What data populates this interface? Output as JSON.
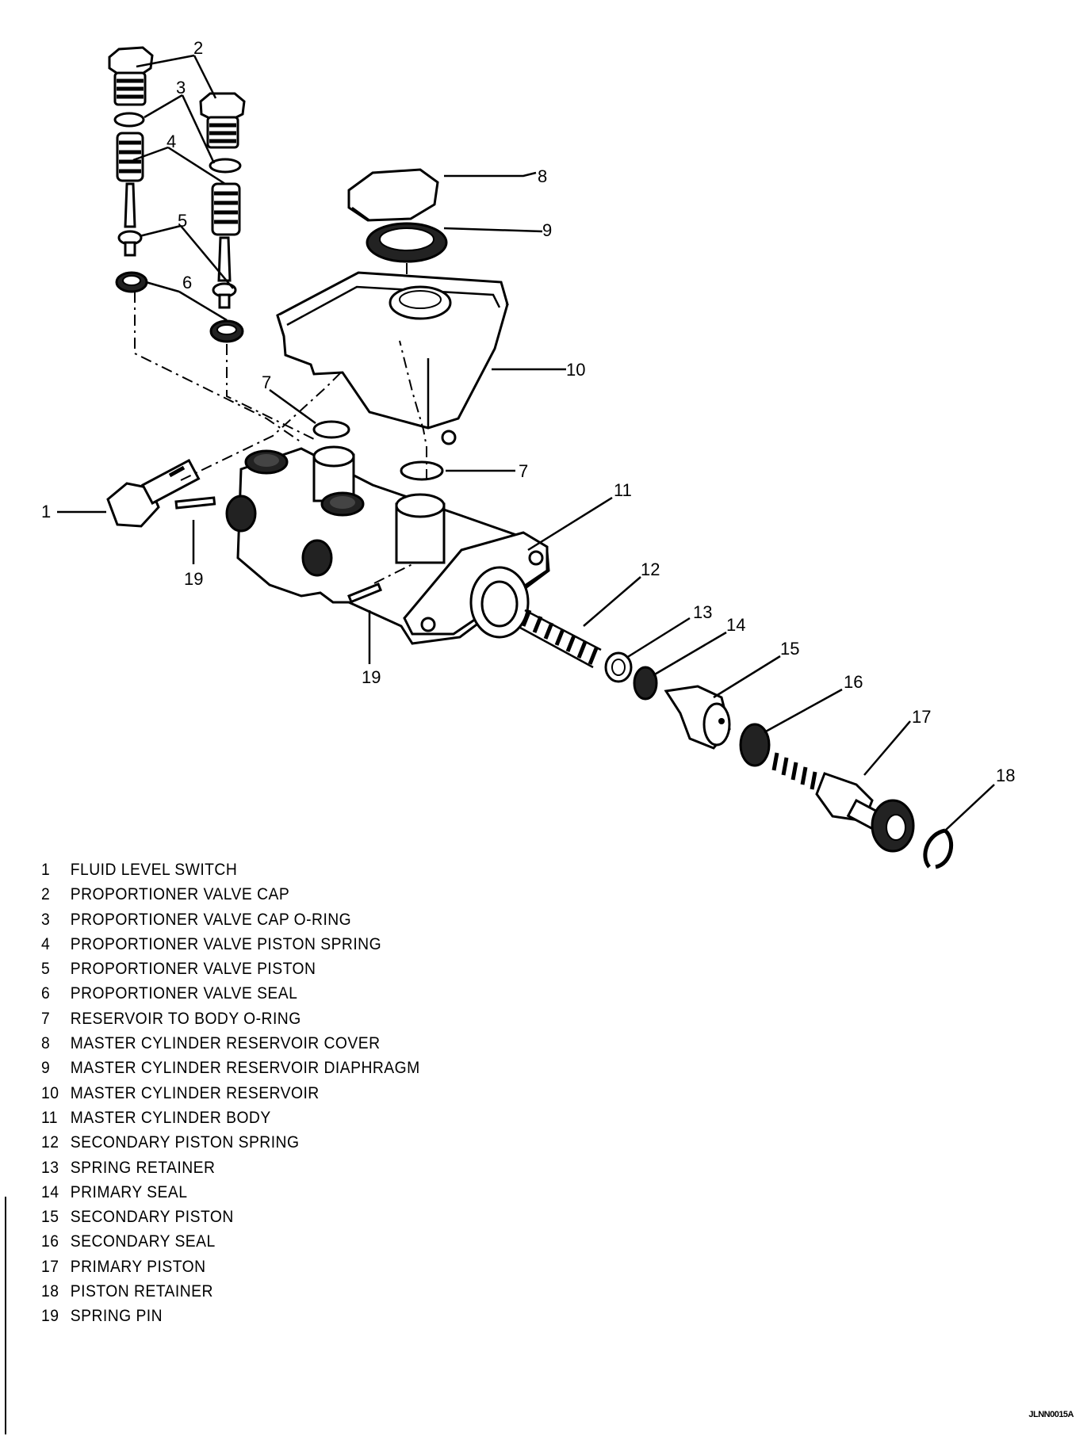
{
  "callouts": [
    "1",
    "2",
    "3",
    "4",
    "5",
    "6",
    "7",
    "7",
    "8",
    "9",
    "10",
    "11",
    "12",
    "13",
    "14",
    "15",
    "16",
    "17",
    "18",
    "19",
    "19"
  ],
  "legend": [
    {
      "num": "1",
      "label": "FLUID LEVEL SWITCH"
    },
    {
      "num": "2",
      "label": "PROPORTIONER VALVE CAP"
    },
    {
      "num": "3",
      "label": "PROPORTIONER VALVE CAP O-RING"
    },
    {
      "num": "4",
      "label": "PROPORTIONER VALVE PISTON SPRING"
    },
    {
      "num": "5",
      "label": "PROPORTIONER VALVE PISTON"
    },
    {
      "num": "6",
      "label": "PROPORTIONER VALVE SEAL"
    },
    {
      "num": "7",
      "label": "RESERVOIR TO BODY O-RING"
    },
    {
      "num": "8",
      "label": "MASTER CYLINDER RESERVOIR COVER"
    },
    {
      "num": "9",
      "label": "MASTER CYLINDER RESERVOIR DIAPHRAGM"
    },
    {
      "num": "10",
      "label": "MASTER CYLINDER RESERVOIR"
    },
    {
      "num": "11",
      "label": "MASTER CYLINDER BODY"
    },
    {
      "num": "12",
      "label": "SECONDARY PISTON SPRING"
    },
    {
      "num": "13",
      "label": "SPRING RETAINER"
    },
    {
      "num": "14",
      "label": "PRIMARY SEAL"
    },
    {
      "num": "15",
      "label": "SECONDARY PISTON"
    },
    {
      "num": "16",
      "label": "SECONDARY SEAL"
    },
    {
      "num": "17",
      "label": "PRIMARY PISTON"
    },
    {
      "num": "18",
      "label": "PISTON RETAINER"
    },
    {
      "num": "19",
      "label": "SPRING PIN"
    }
  ],
  "figure_code": "JLNN0015A"
}
